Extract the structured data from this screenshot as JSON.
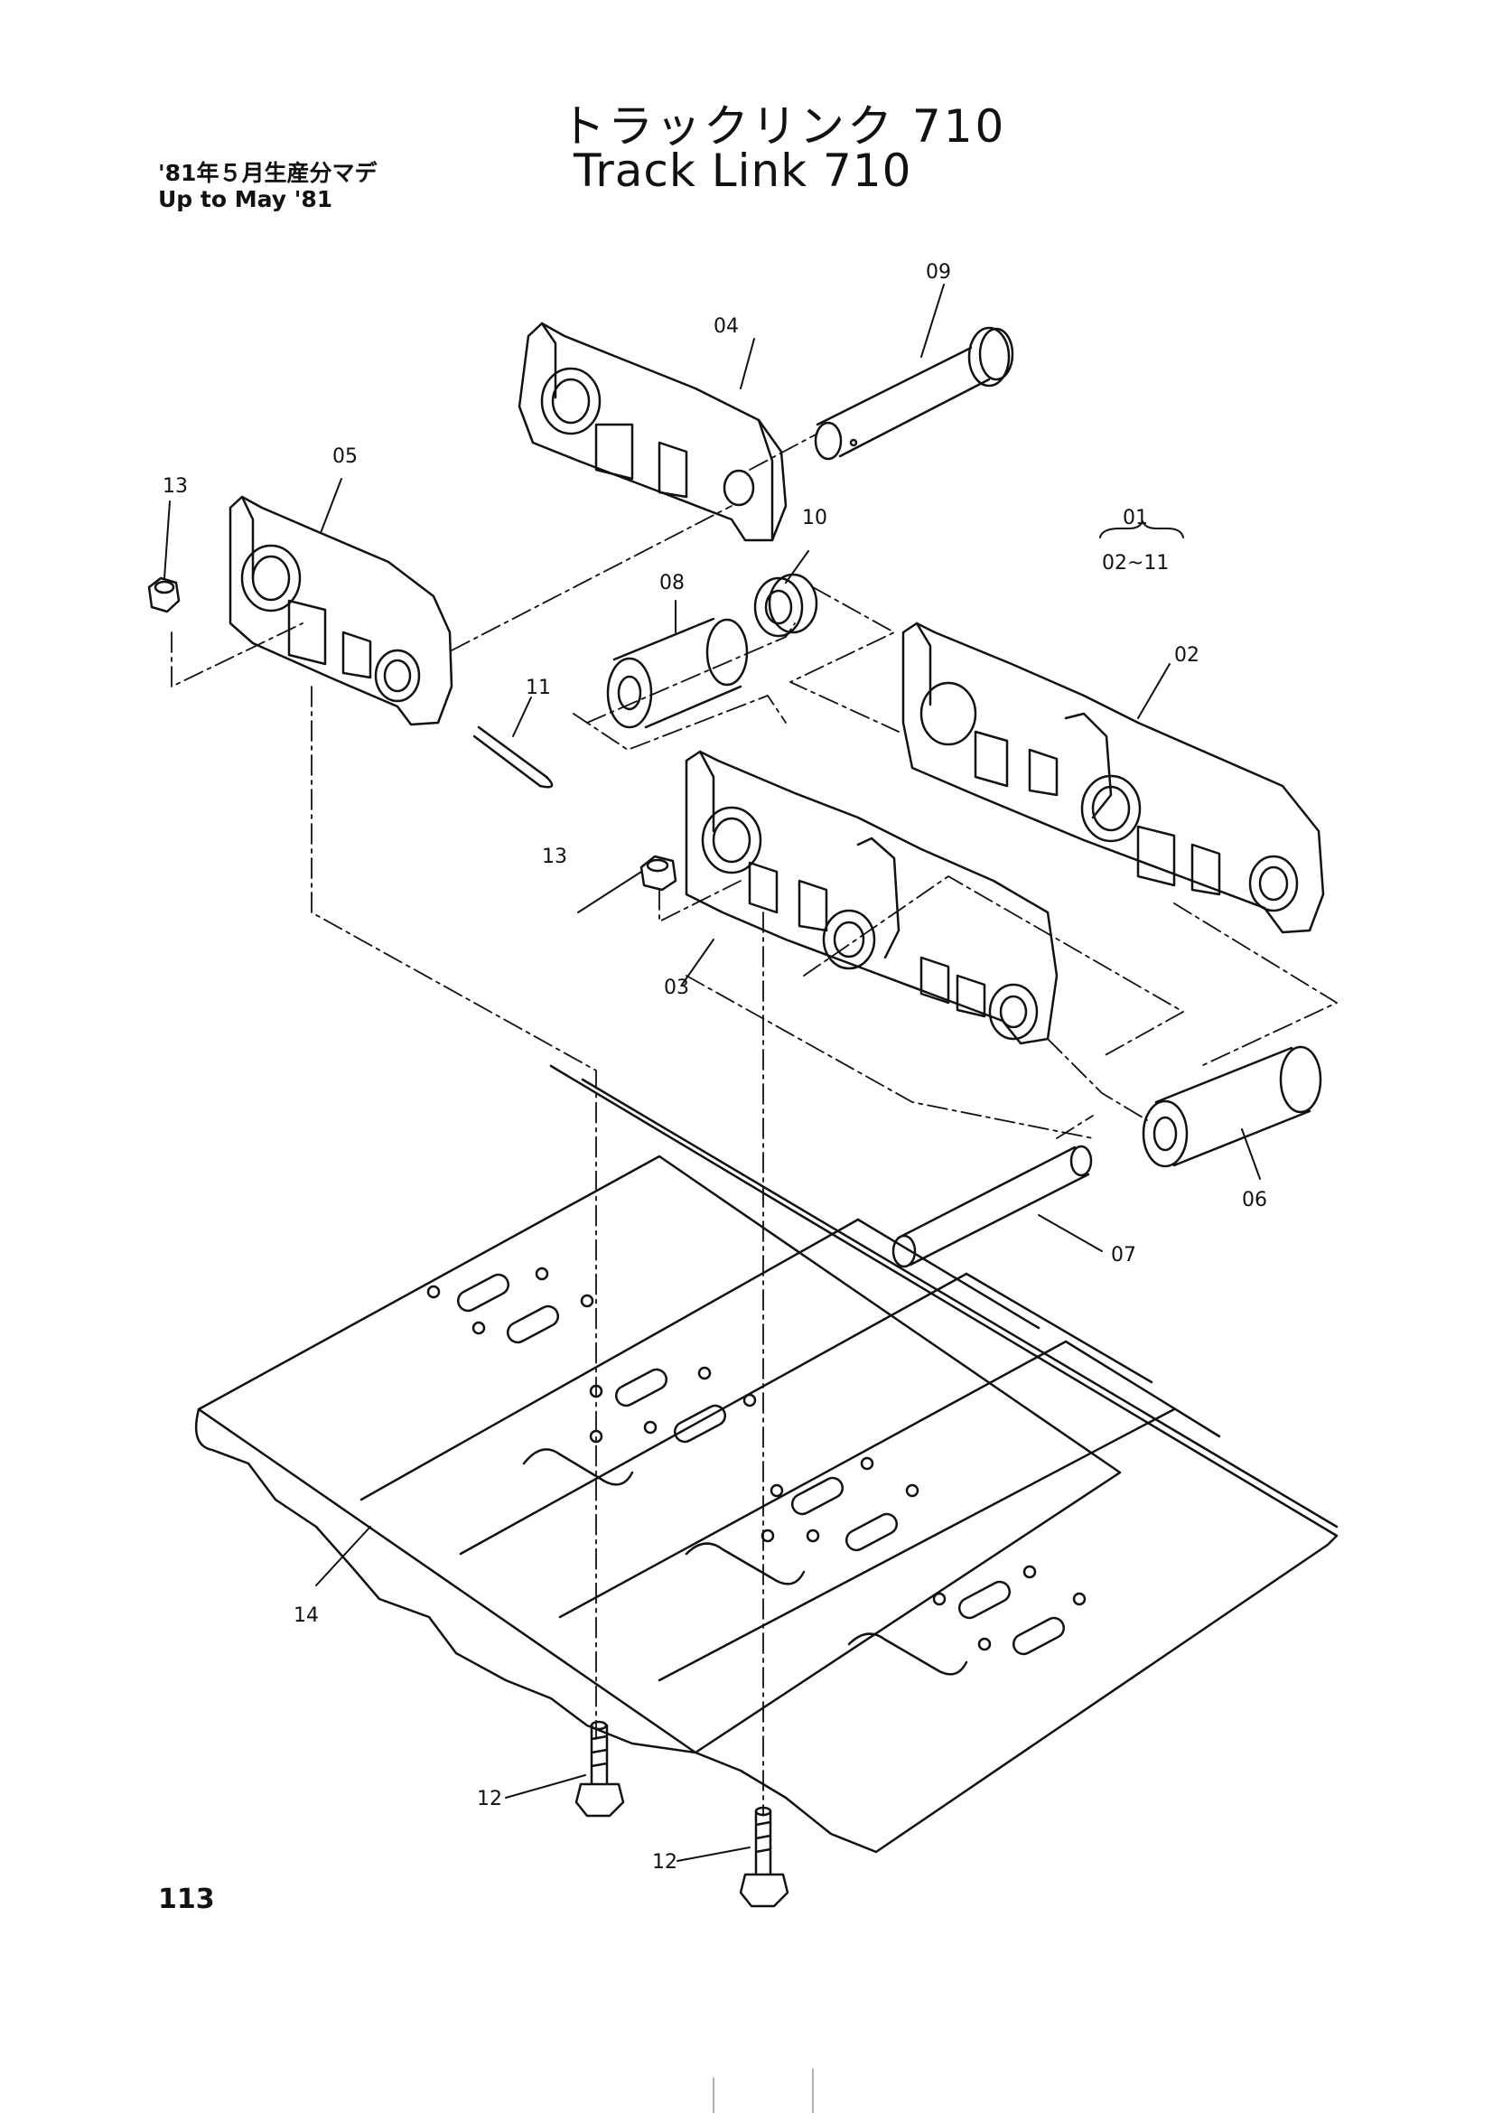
{
  "title": {
    "japanese": "トラックリンク 710",
    "english": "Track Link 710"
  },
  "production_note": {
    "japanese": "'81年５月生産分マデ",
    "english": "Up to May '81"
  },
  "page_number": "113",
  "assembly_label": {
    "top": "01",
    "bottom": "02~11"
  },
  "callouts": {
    "p02": "02",
    "p03": "03",
    "p04": "04",
    "p05": "05",
    "p06": "06",
    "p07": "07",
    "p08": "08",
    "p09": "09",
    "p10": "10",
    "p11": "11",
    "p12a": "12",
    "p12b": "12",
    "p13a": "13",
    "p13b": "13",
    "p14": "14"
  }
}
